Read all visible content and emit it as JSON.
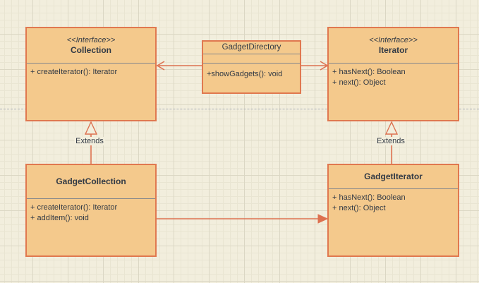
{
  "canvas": {
    "background_color": "#f2eedd",
    "grid_minor_color": "#e9e5d2",
    "grid_major_color": "#dbd7c4",
    "page_break_color": "#a9aeb8"
  },
  "colors": {
    "node_fill": "#f4c98c",
    "node_border": "#e0784f",
    "edge": "#dd7150",
    "divider": "#83868c",
    "text": "#323a45"
  },
  "nodes": [
    {
      "id": "collection",
      "stereotype": "<<Interface>>",
      "name": "Collection",
      "members": [
        "+ createIterator(): Iterator"
      ]
    },
    {
      "id": "gadget-directory",
      "stereotype": "",
      "name": "GadgetDirectory",
      "members": [
        "+showGadgets(): void"
      ]
    },
    {
      "id": "iterator",
      "stereotype": "<<Interface>>",
      "name": "Iterator",
      "members": [
        "+ hasNext(): Boolean",
        "+ next(): Object"
      ]
    },
    {
      "id": "gadget-collection",
      "stereotype": "",
      "name": "GadgetCollection",
      "members": [
        "+ createIterator(): Iterator",
        "+ addItem(): void"
      ]
    },
    {
      "id": "gadget-iterator",
      "stereotype": "",
      "name": "GadgetIterator",
      "members": [
        "+ hasNext(): Boolean",
        "+ next(): Object"
      ]
    }
  ],
  "edges": [
    {
      "from": "GadgetDirectory",
      "to": "Collection",
      "type": "association-open-arrow",
      "label": ""
    },
    {
      "from": "GadgetDirectory",
      "to": "Iterator",
      "type": "association-open-arrow",
      "label": ""
    },
    {
      "from": "GadgetCollection",
      "to": "Collection",
      "type": "generalization-hollow-triangle",
      "label": "Extends"
    },
    {
      "from": "GadgetIterator",
      "to": "Iterator",
      "type": "generalization-hollow-triangle",
      "label": "Extends"
    },
    {
      "from": "GadgetCollection",
      "to": "GadgetIterator",
      "type": "association-filled-arrow",
      "label": ""
    }
  ]
}
